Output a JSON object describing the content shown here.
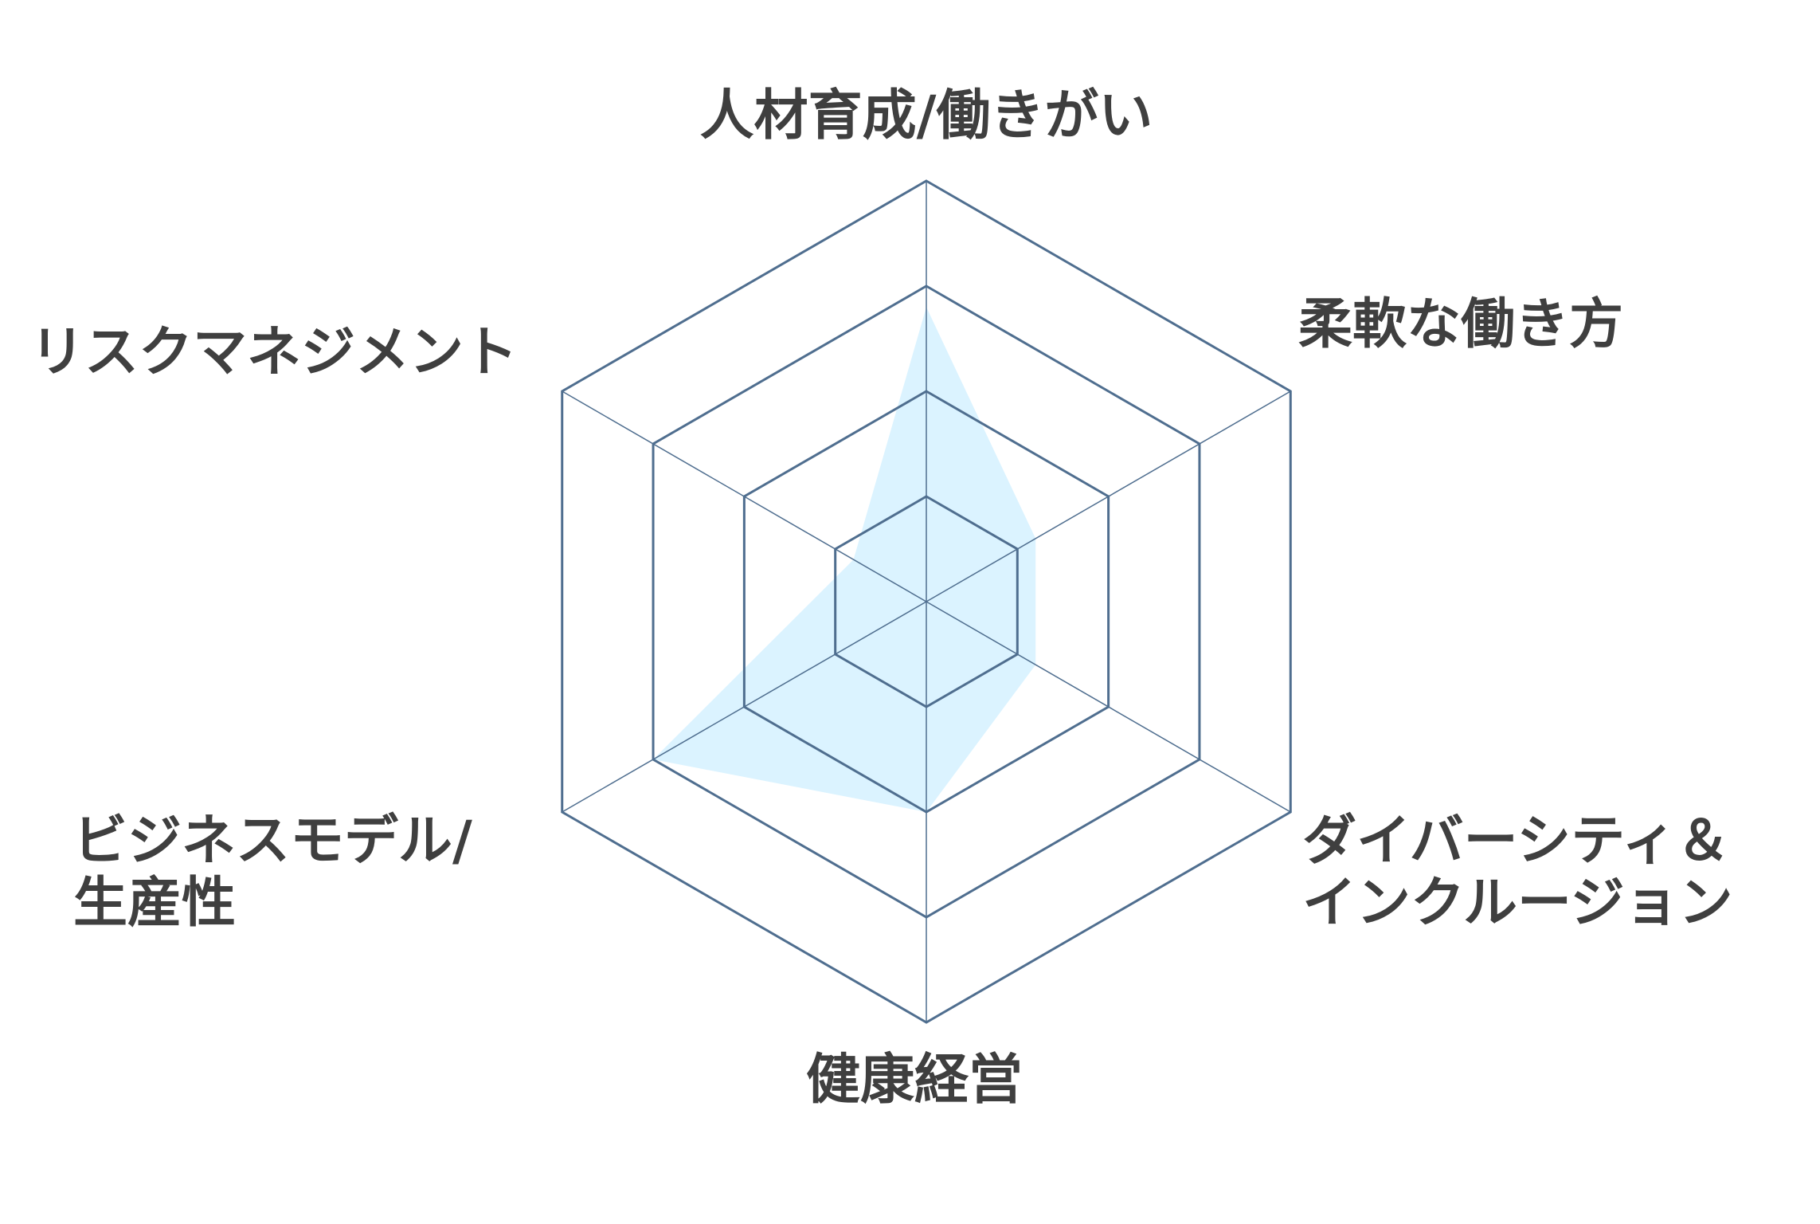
{
  "chart_data": {
    "type": "radar",
    "title": "",
    "axes": [
      {
        "label_lines": [
          "人材育成/働きがい"
        ]
      },
      {
        "label_lines": [
          "柔軟な働き方"
        ]
      },
      {
        "label_lines": [
          "ダイバーシティ＆",
          "インクルージョン"
        ]
      },
      {
        "label_lines": [
          "健康経営"
        ]
      },
      {
        "label_lines": [
          "ビジネスモデル/",
          "生産性"
        ]
      },
      {
        "label_lines": [
          "リスクマネジメント"
        ]
      }
    ],
    "levels": 4,
    "max": 4,
    "series": [
      {
        "values": [
          2.8,
          1.2,
          1.2,
          2.0,
          3.0,
          0.8
        ],
        "fill": "#cdeeff",
        "fill_opacity": 0.72
      }
    ],
    "grid_color": "#4f6e8f",
    "label_color": "#3f3f3f"
  }
}
